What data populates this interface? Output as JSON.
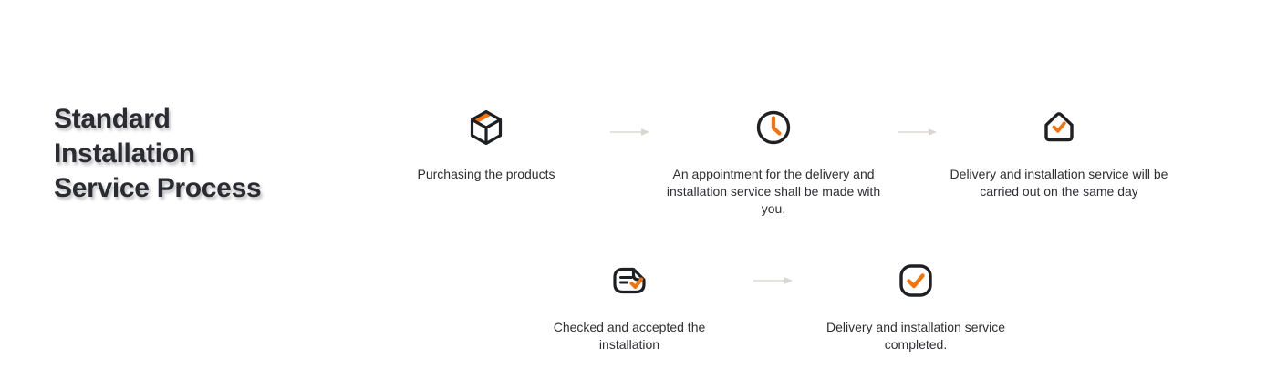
{
  "title": {
    "lines": [
      "Standard",
      "Installation",
      "Service Process"
    ]
  },
  "colors": {
    "accent_orange": "#F2720C",
    "icon_dark": "#1F2024",
    "text_dark": "#2F2F33",
    "title_dark": "#2B2B32",
    "arrow_gray": "#E4E2DF",
    "card_bg": "#FFFFFF",
    "page_bg": "#FFFFFF"
  },
  "process": {
    "steps": [
      {
        "name": "purchase",
        "icon": "package-box-icon",
        "label": "Purchasing the products"
      },
      {
        "name": "appointment",
        "icon": "clock-icon",
        "label": "An appointment for the delivery and installation service shall be made with you."
      },
      {
        "name": "same-day-service",
        "icon": "house-check-icon",
        "label": "Delivery and installation service will be carried out on the same day"
      },
      {
        "name": "acceptance",
        "icon": "document-check-icon",
        "label": "Checked and accepted the installation"
      },
      {
        "name": "completed",
        "icon": "check-square-icon",
        "label": "Delivery and installation service completed."
      }
    ]
  }
}
